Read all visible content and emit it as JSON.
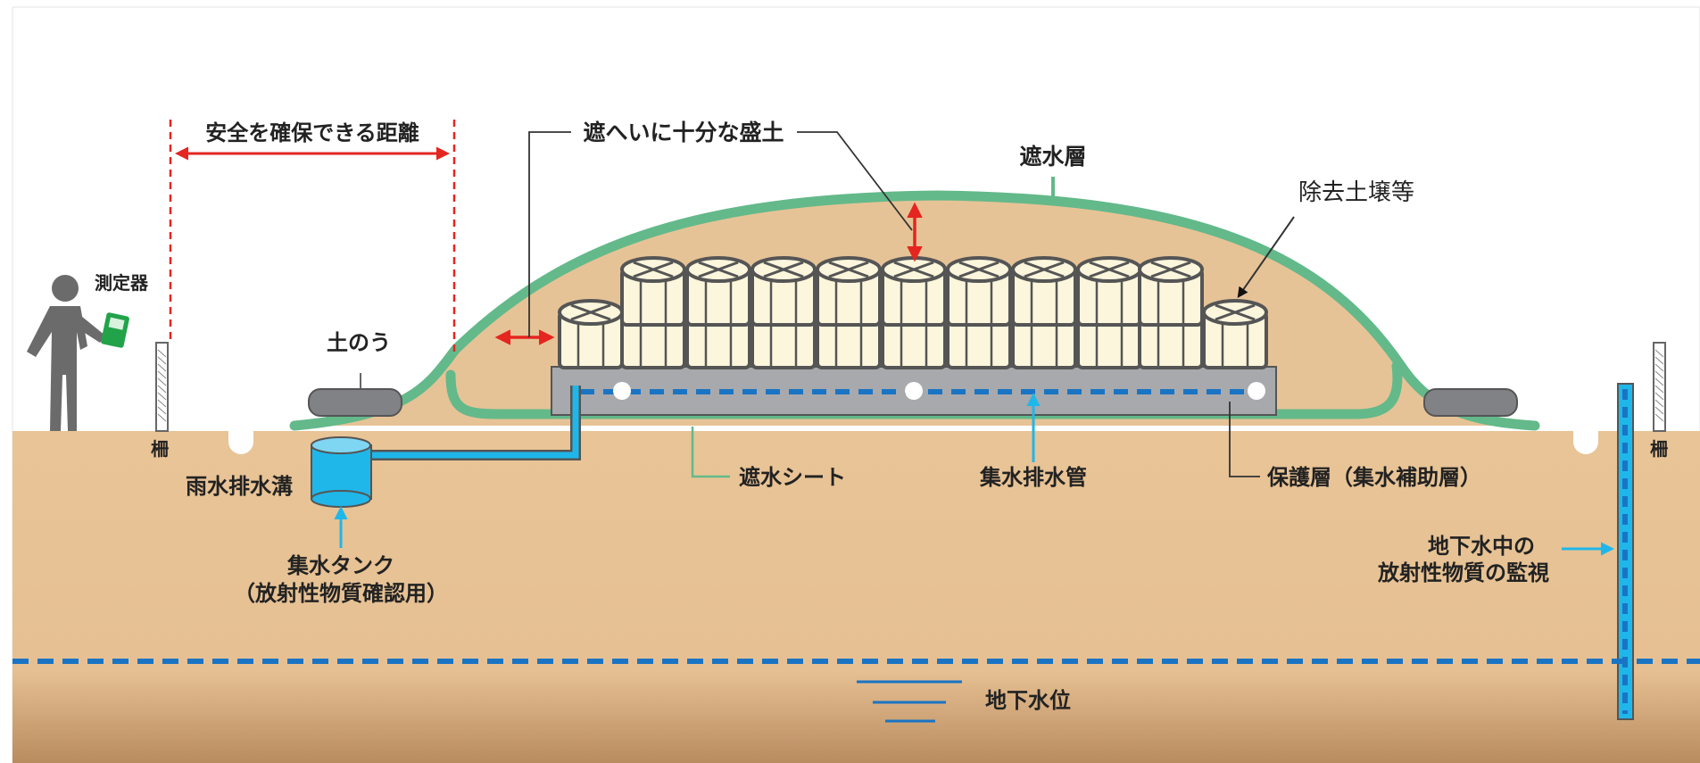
{
  "labels": {
    "safe_distance": "安全を確保できる距離",
    "embankment": "遮へいに十分な盛土",
    "water_barrier_layer": "遮水層",
    "removed_soil": "除去土壌等",
    "meter": "測定器",
    "sandbag": "土のう",
    "fence_left": "柵",
    "fence_right": "柵",
    "rain_ditch": "雨水排水溝",
    "tank_line1": "集水タンク",
    "tank_line2": "（放射性物質確認用）",
    "water_sheet": "遮水シート",
    "drain_pipe": "集水排水管",
    "protective_layer": "保護層（集水補助層）",
    "groundwater_line1": "地下水中の",
    "groundwater_line2": "放射性物質の監視",
    "water_table": "地下水位"
  },
  "colors": {
    "ground": "#e8c496",
    "ground_deep": "#b98c5f",
    "mound": "#e6c396",
    "barrier_green": "#63b98a",
    "bag_cream": "#fbf6dc",
    "protect_gray": "#a7a9ac",
    "water_blue": "#1a74c4",
    "tank_cyan": "#1fb7ea",
    "arrow_red": "#e52520",
    "person_gray": "#6b6b6b",
    "meter_green": "#22a34a"
  }
}
